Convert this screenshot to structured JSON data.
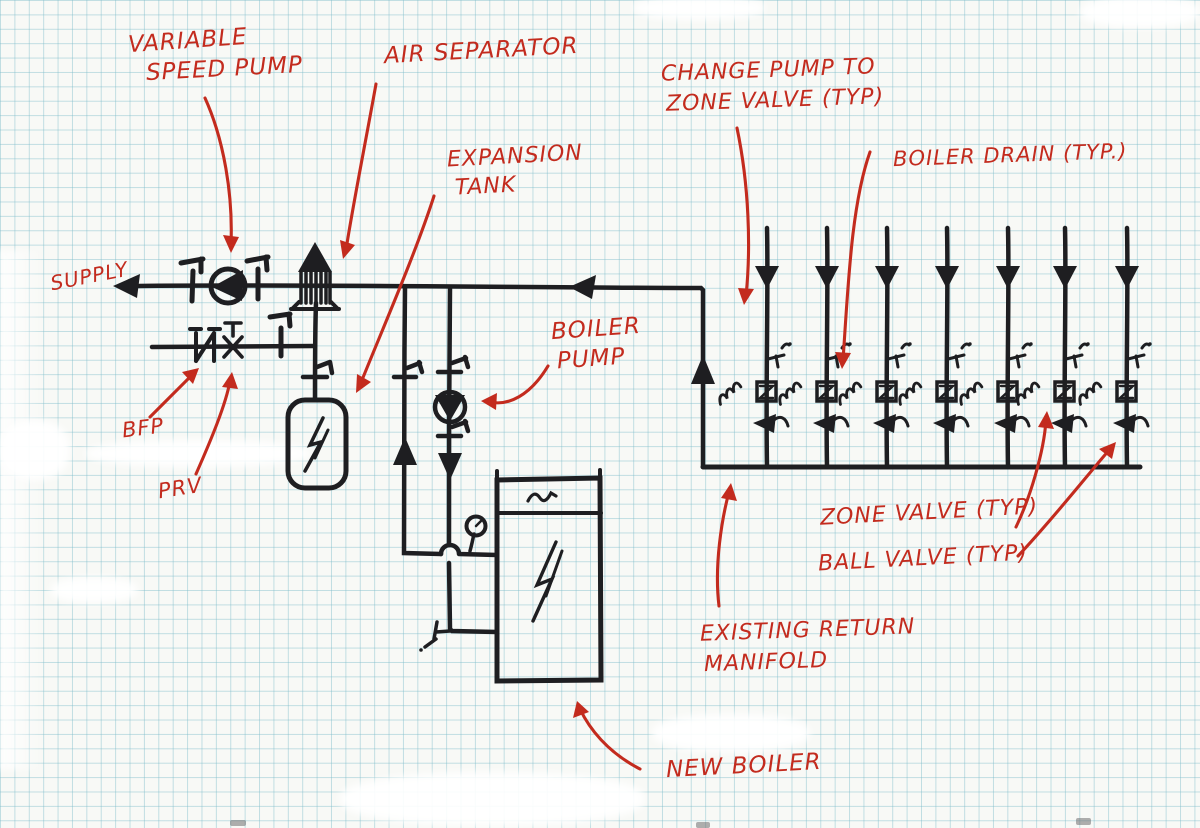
{
  "document": {
    "kind": "hand-drawn hydronic piping schematic on graph paper",
    "zone_branch_count": 7
  },
  "colors": {
    "paper": "#f8f9f6",
    "grid_blue": "#7dbcca",
    "ink_black": "#1e1e21",
    "annotation_red": "#c32b1e"
  },
  "annotations": {
    "supply": "SUPPLY",
    "variable_speed_pump_line1": "VARIABLE",
    "variable_speed_pump_line2": "SPEED PUMP",
    "air_separator": "AIR SEPARATOR",
    "expansion_tank_line1": "EXPANSION",
    "expansion_tank_line2": "TANK",
    "bfp": "BFP",
    "prv": "PRV",
    "boiler_pump_line1": "BOILER",
    "boiler_pump_line2": "PUMP",
    "change_pump_line1": "CHANGE PUMP TO",
    "change_pump_line2": "ZONE VALVE (TYP)",
    "boiler_drain": "BOILER DRAIN (TYP.)",
    "zone_valve": "ZONE VALVE (TYP)",
    "ball_valve": "BALL VALVE (TYP)",
    "existing_return_line1": "EXISTING RETURN",
    "existing_return_line2": "MANIFOLD",
    "new_boiler": "NEW BOILER"
  },
  "symbols": {
    "pump_main": "variable-speed-pump",
    "pump_boiler": "boiler-pump",
    "separator": "air-separator",
    "tank": "expansion-tank",
    "backflow_preventer": "BFP",
    "pressure_reducing_valve": "PRV",
    "gauge": "pressure-gauge",
    "boiler": "new-boiler",
    "manifold": "existing-return-manifold",
    "per_zone": [
      "flow-arrow-down",
      "boiler-drain",
      "actuator-coil",
      "zone-valve",
      "ball-valve"
    ]
  }
}
